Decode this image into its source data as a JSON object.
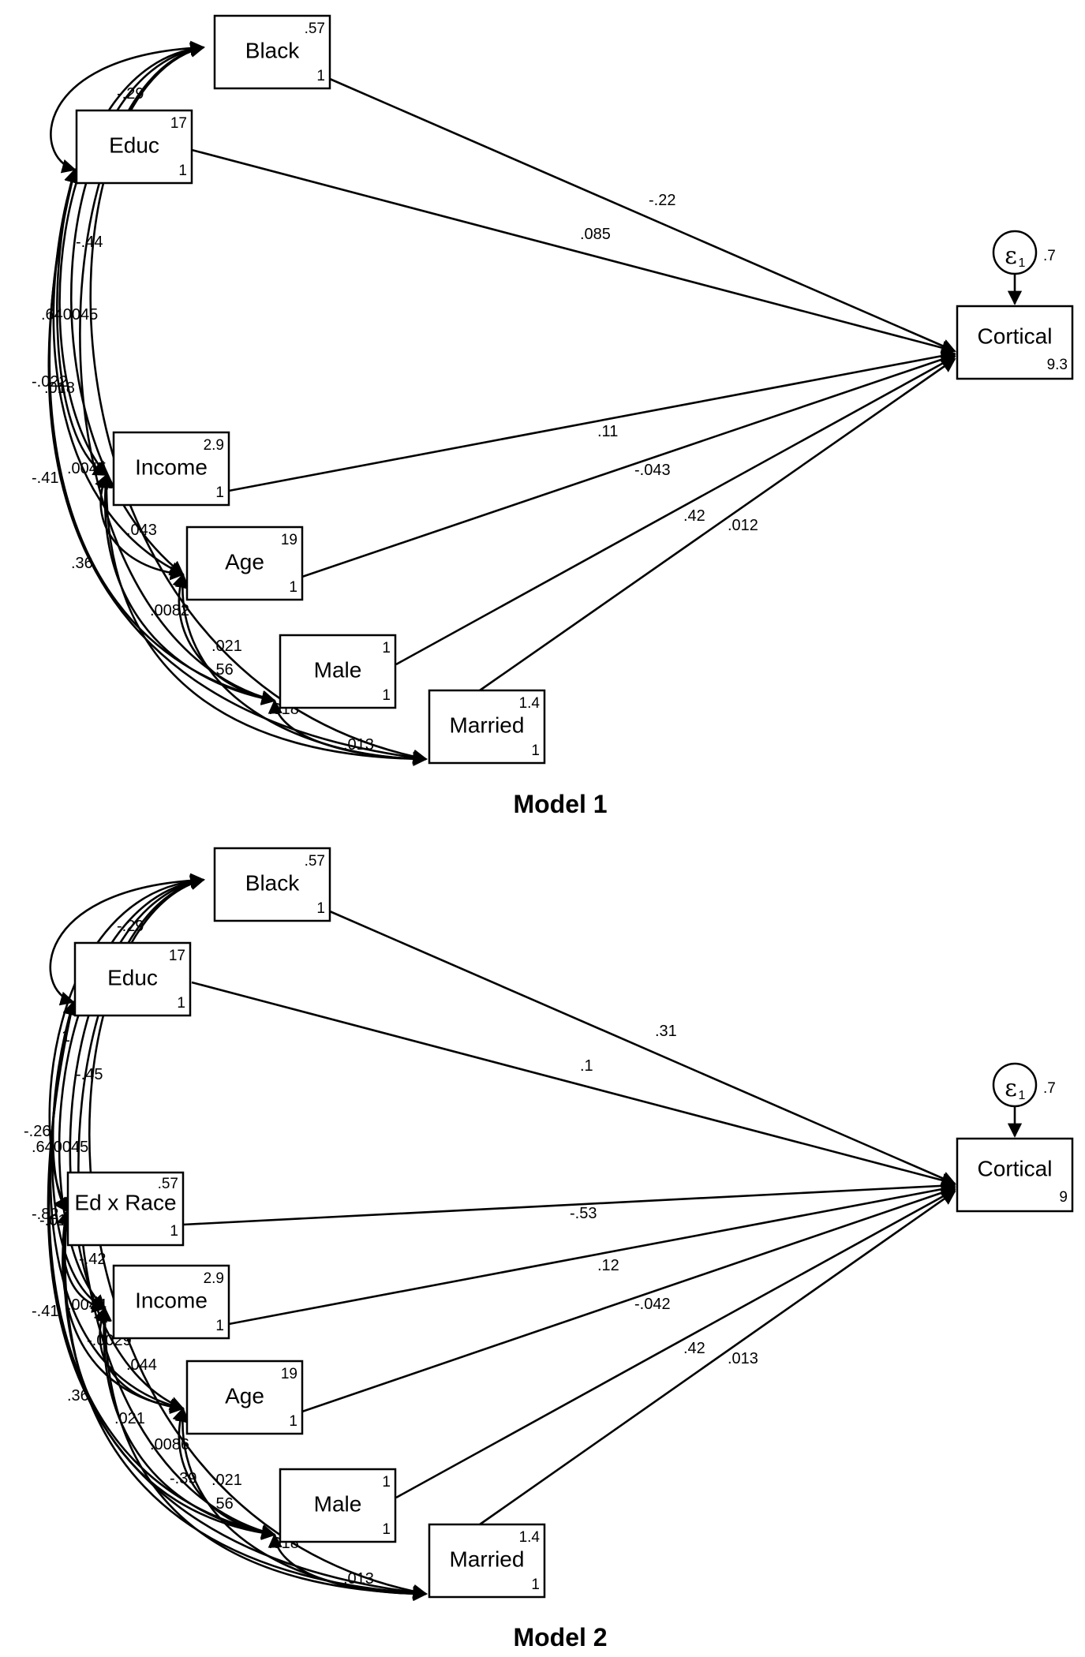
{
  "models": [
    {
      "title": "Model  1",
      "outcome": {
        "name": "Cortical",
        "intercept": "9.3"
      },
      "error": {
        "symbol": "ε",
        "sub": "1",
        "variance": ".7"
      },
      "variables": [
        {
          "name": "Black",
          "mean": ".57",
          "var": "1"
        },
        {
          "name": "Educ",
          "mean": "17",
          "var": "1"
        },
        {
          "name": "Income",
          "mean": "2.9",
          "var": "1"
        },
        {
          "name": "Age",
          "mean": "19",
          "var": "1"
        },
        {
          "name": "Male",
          "mean": "1",
          "var": "1"
        },
        {
          "name": "Married",
          "mean": "1.4",
          "var": "1"
        }
      ],
      "path_labels": [
        "-.22",
        ".085",
        ".11",
        "-.043",
        ".42",
        ".012"
      ],
      "cov_labels": [
        "-.29",
        "-.44",
        ".640045",
        "-.022",
        ".018",
        ".0045",
        "-.41",
        ".36",
        ".043",
        ".0082",
        ".021",
        ".56",
        ".018",
        ".013"
      ]
    },
    {
      "title": "Model  2",
      "outcome": {
        "name": "Cortical",
        "intercept": "9"
      },
      "error": {
        "symbol": "ε",
        "sub": "1",
        "variance": ".7"
      },
      "variables": [
        {
          "name": "Black",
          "mean": ".57",
          "var": "1"
        },
        {
          "name": "Educ",
          "mean": "17",
          "var": "1"
        },
        {
          "name": "Ed x Race",
          "mean": ".57",
          "var": "1"
        },
        {
          "name": "Income",
          "mean": "2.9",
          "var": "1"
        },
        {
          "name": "Age",
          "mean": "19",
          "var": "1"
        },
        {
          "name": "Male",
          "mean": "1",
          "var": "1"
        },
        {
          "name": "Married",
          "mean": "1.4",
          "var": "1"
        }
      ],
      "path_labels": [
        ".31",
        ".1",
        "-.53",
        ".12",
        "-.042",
        ".42",
        ".013"
      ],
      "cov_labels": [
        "-.29",
        "1",
        "-.45",
        "-.26",
        ".640045",
        "-.82",
        "-.017",
        "-.42",
        ".0044",
        "-.41",
        "-.0029",
        ".044",
        ".36",
        ".021",
        ".0086",
        "-.39",
        ".021",
        ".56",
        ".018",
        ".013"
      ]
    }
  ]
}
